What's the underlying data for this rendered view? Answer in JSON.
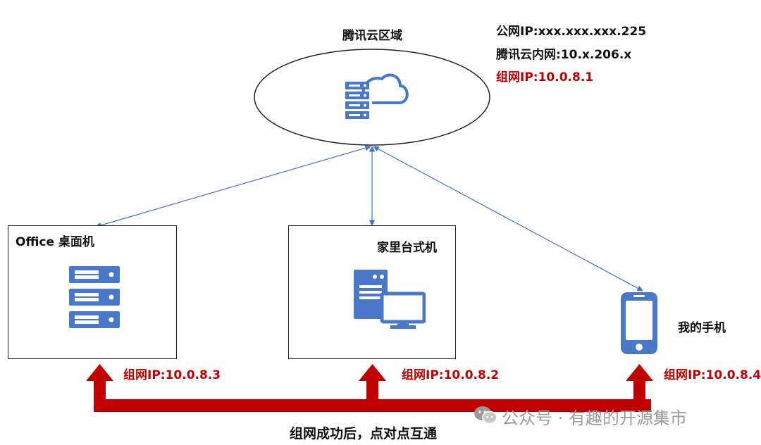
{
  "cloud": {
    "title": "腾讯云区域",
    "public_ip": "公网IP:xxx.xxx.xxx.225",
    "internal_ip": "腾讯云内网:10.x.206.x",
    "mesh_ip": "组网IP:10.0.8.1"
  },
  "nodes": {
    "office": {
      "title": "Office 桌面机",
      "mesh_ip": "组网IP:10.0.8.3"
    },
    "home": {
      "title": "家里台式机",
      "mesh_ip": "组网IP:10.0.8.2"
    },
    "phone": {
      "title": "我的手机",
      "mesh_ip": "组网IP:10.0.8.4"
    }
  },
  "caption": "组网成功后，点对点互通",
  "watermark": "公众号 · 有趣的开源集市",
  "colors": {
    "link_blue": "#4472c4",
    "icon_blue": "#4a78c8",
    "mesh_red": "#c00000"
  },
  "icons": [
    "cloud-server-icon",
    "rack-server-icon",
    "desktop-computer-icon",
    "smartphone-icon",
    "wechat-icon"
  ]
}
